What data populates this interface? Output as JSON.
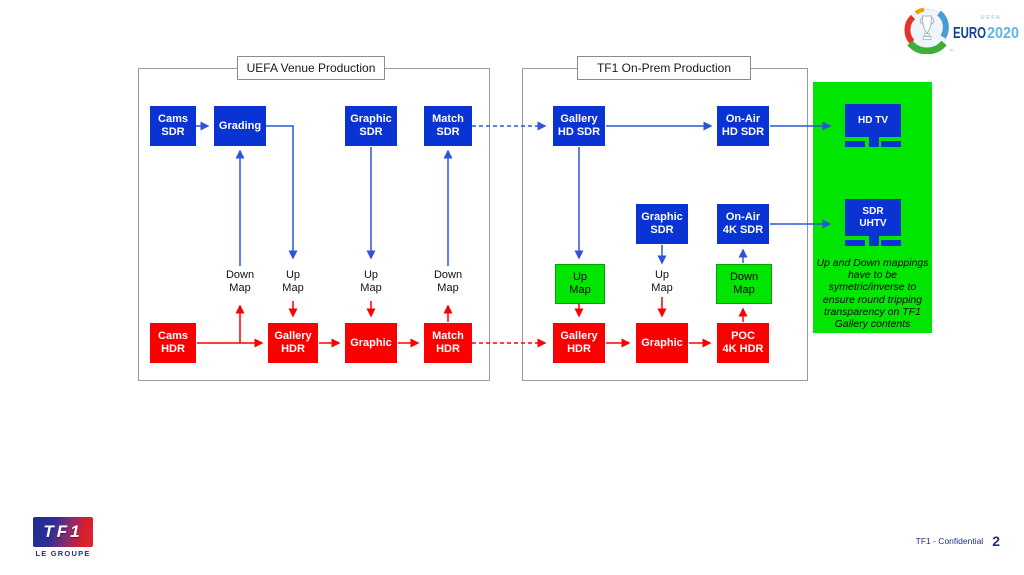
{
  "colors": {
    "box_blue": "#0a33d4",
    "box_red": "#fb0000",
    "box_green": "#00e600",
    "arrow_blue": "#2e55d8",
    "arrow_red": "#fb0000",
    "panel_green": "#00e600",
    "footer_navy": "#202f86",
    "euro_text_navy": "#17418e",
    "euro_text_cyan": "#5db6e6"
  },
  "venue": {
    "title": "UEFA Venue Production",
    "nodes": {
      "cams_sdr": "Cams\nSDR",
      "grading": "Grading",
      "graphic_sdr": "Graphic\nSDR",
      "match_sdr": "Match\nSDR",
      "cams_hdr": "Cams\nHDR",
      "gallery_hdr": "Gallery\nHDR",
      "graphic_hdr": "Graphic",
      "match_hdr": "Match\nHDR"
    },
    "labels": {
      "down_map_1": "Down\nMap",
      "up_map_1": "Up\nMap",
      "up_map_2": "Up\nMap",
      "down_map_2": "Down\nMap"
    }
  },
  "onprem": {
    "title": "TF1 On-Prem Production",
    "nodes": {
      "gallery_hd_sdr": "Gallery\nHD SDR",
      "onair_hd_sdr": "On-Air\nHD SDR",
      "graphic_sdr": "Graphic\nSDR",
      "onair_4k_sdr": "On-Air\n4K SDR",
      "up_map_box": "Up\nMap",
      "down_map_box": "Down\nMap",
      "gallery_hdr": "Gallery\nHDR",
      "graphic_hdr": "Graphic",
      "poc_4k_hdr": "POC\n4K HDR"
    },
    "labels": {
      "up_map_text": "Up\nMap"
    }
  },
  "output_panel": {
    "hd_tv": "HD TV",
    "sdr_uhtv": "SDR\nUHTV",
    "note": "Up and Down mappings\nhave to be\nsymetric/inverse to\nensure round tripping\ntransparency on TF1\nGallery contents"
  },
  "euro_logo": {
    "uefa": "UEFA",
    "euro": "EURO",
    "year": "2020"
  },
  "footer": {
    "logo_text": "TF1",
    "logo_subtext": "LE GROUPE",
    "confidential": "TF1 - Confidential",
    "page_number": "2"
  }
}
